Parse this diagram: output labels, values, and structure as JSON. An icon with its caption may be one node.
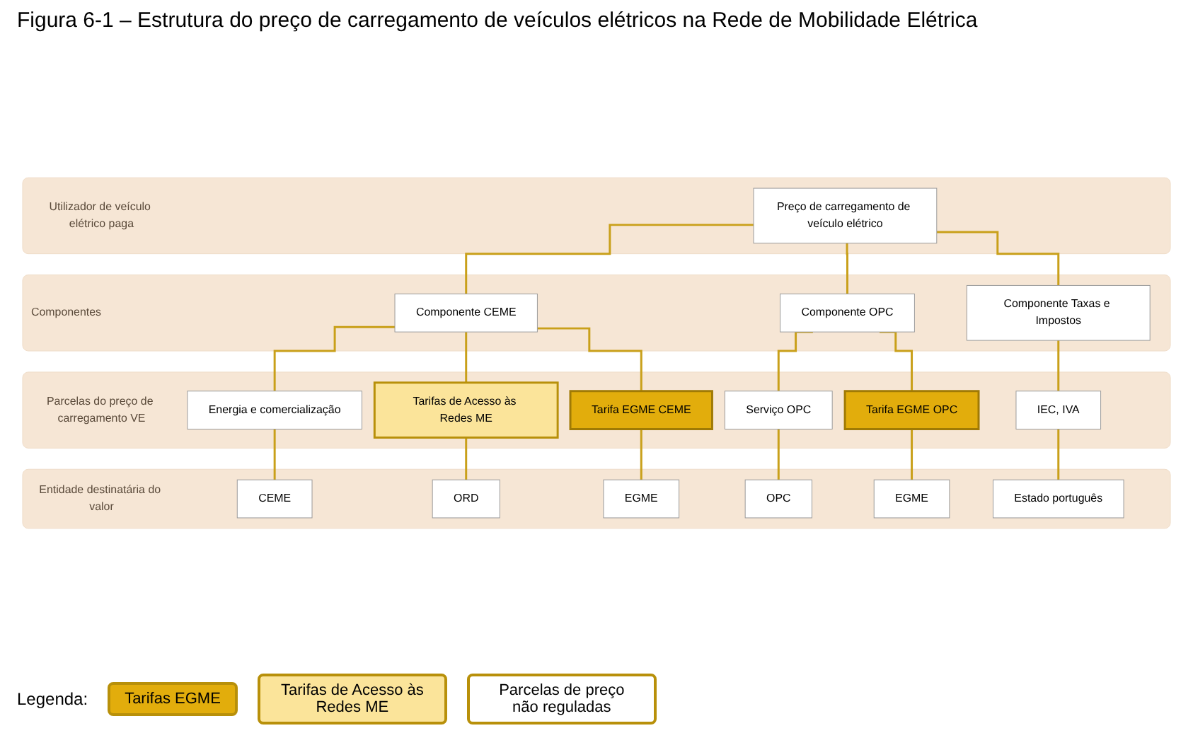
{
  "diagram": {
    "title": "Figura 6-1 – Estrutura do preço de carregamento de veículos elétricos na Rede de Mobilidade Elétrica",
    "nodes": [
      {
        "text": [
          "Utilizador de veículo elétrico paga"
        ]
      },
      {
        "text": [
          "Preço de carregamento de veículo elétrico"
        ],
        "in": 0
      },
      {
        "text": [
          "Componentes"
        ]
      },
      {
        "text": [
          "Componente CEME"
        ],
        "in": 2
      },
      {
        "text": [
          "Componente OPC"
        ],
        "in": 2
      },
      {
        "text": [
          "Componente Taxas e Impostos"
        ],
        "in": 2
      },
      {
        "text": [
          "Parcelas do preço de carregamento VE"
        ]
      },
      {
        "text": [
          "Energia e comercialização"
        ],
        "in": 6
      },
      {
        "text": [
          "Tarifas de Acesso às Redes ME"
        ],
        "in": 6
      },
      {
        "text": [
          "Tarifa EGME CEME"
        ],
        "in": 6
      },
      {
        "text": [
          "Serviço OPC"
        ],
        "in": 6
      },
      {
        "text": [
          "Tarifa EGME OPC"
        ],
        "in": 6
      },
      {
        "text": [
          "IEC, IVA"
        ],
        "in": 6
      },
      {
        "text": [
          "Entidade destinatária do valor"
        ]
      },
      {
        "text": [
          "CEME"
        ],
        "in": 13
      },
      {
        "text": [
          "ORD"
        ],
        "in": 13
      },
      {
        "text": [
          "EGME"
        ],
        "in": 13
      },
      {
        "text": [
          "OPC"
        ],
        "in": 13
      },
      {
        "text": [
          "EGME"
        ],
        "in": 13
      },
      {
        "text": [
          "Estado português"
        ],
        "in": 13
      }
    ],
    "edges": [
      {
        "from": 1,
        "to": 3,
        "arrow": "none"
      },
      {
        "from": 1,
        "to": 4,
        "arrow": "none"
      },
      {
        "from": 1,
        "to": 5,
        "arrow": "none"
      },
      {
        "from": 3,
        "to": 7,
        "arrow": "none"
      },
      {
        "from": 3,
        "to": 8,
        "arrow": "none"
      },
      {
        "from": 3,
        "to": 9,
        "arrow": "none"
      },
      {
        "from": 4,
        "to": 10,
        "arrow": "none"
      },
      {
        "from": 4,
        "to": 11,
        "arrow": "none"
      },
      {
        "from": 5,
        "to": 12,
        "arrow": "none"
      },
      {
        "from": 7,
        "to": 14,
        "arrow": "none"
      },
      {
        "from": 8,
        "to": 15,
        "arrow": "none"
      },
      {
        "from": 9,
        "to": 16,
        "arrow": "none"
      },
      {
        "from": 10,
        "to": 17,
        "arrow": "none"
      },
      {
        "from": 11,
        "to": 18,
        "arrow": "none"
      },
      {
        "from": 12,
        "to": 19,
        "arrow": "none"
      }
    ],
    "labels": [
      "Legenda:"
    ],
    "legend": [
      {
        "text": "Tarifas EGME",
        "color": "#e2ad0c"
      },
      {
        "text": "Tarifas de Acesso às Redes ME",
        "color": "#fbe49a"
      },
      {
        "text": "Parcelas de preço não reguladas",
        "color": "#ffffff"
      }
    ]
  }
}
